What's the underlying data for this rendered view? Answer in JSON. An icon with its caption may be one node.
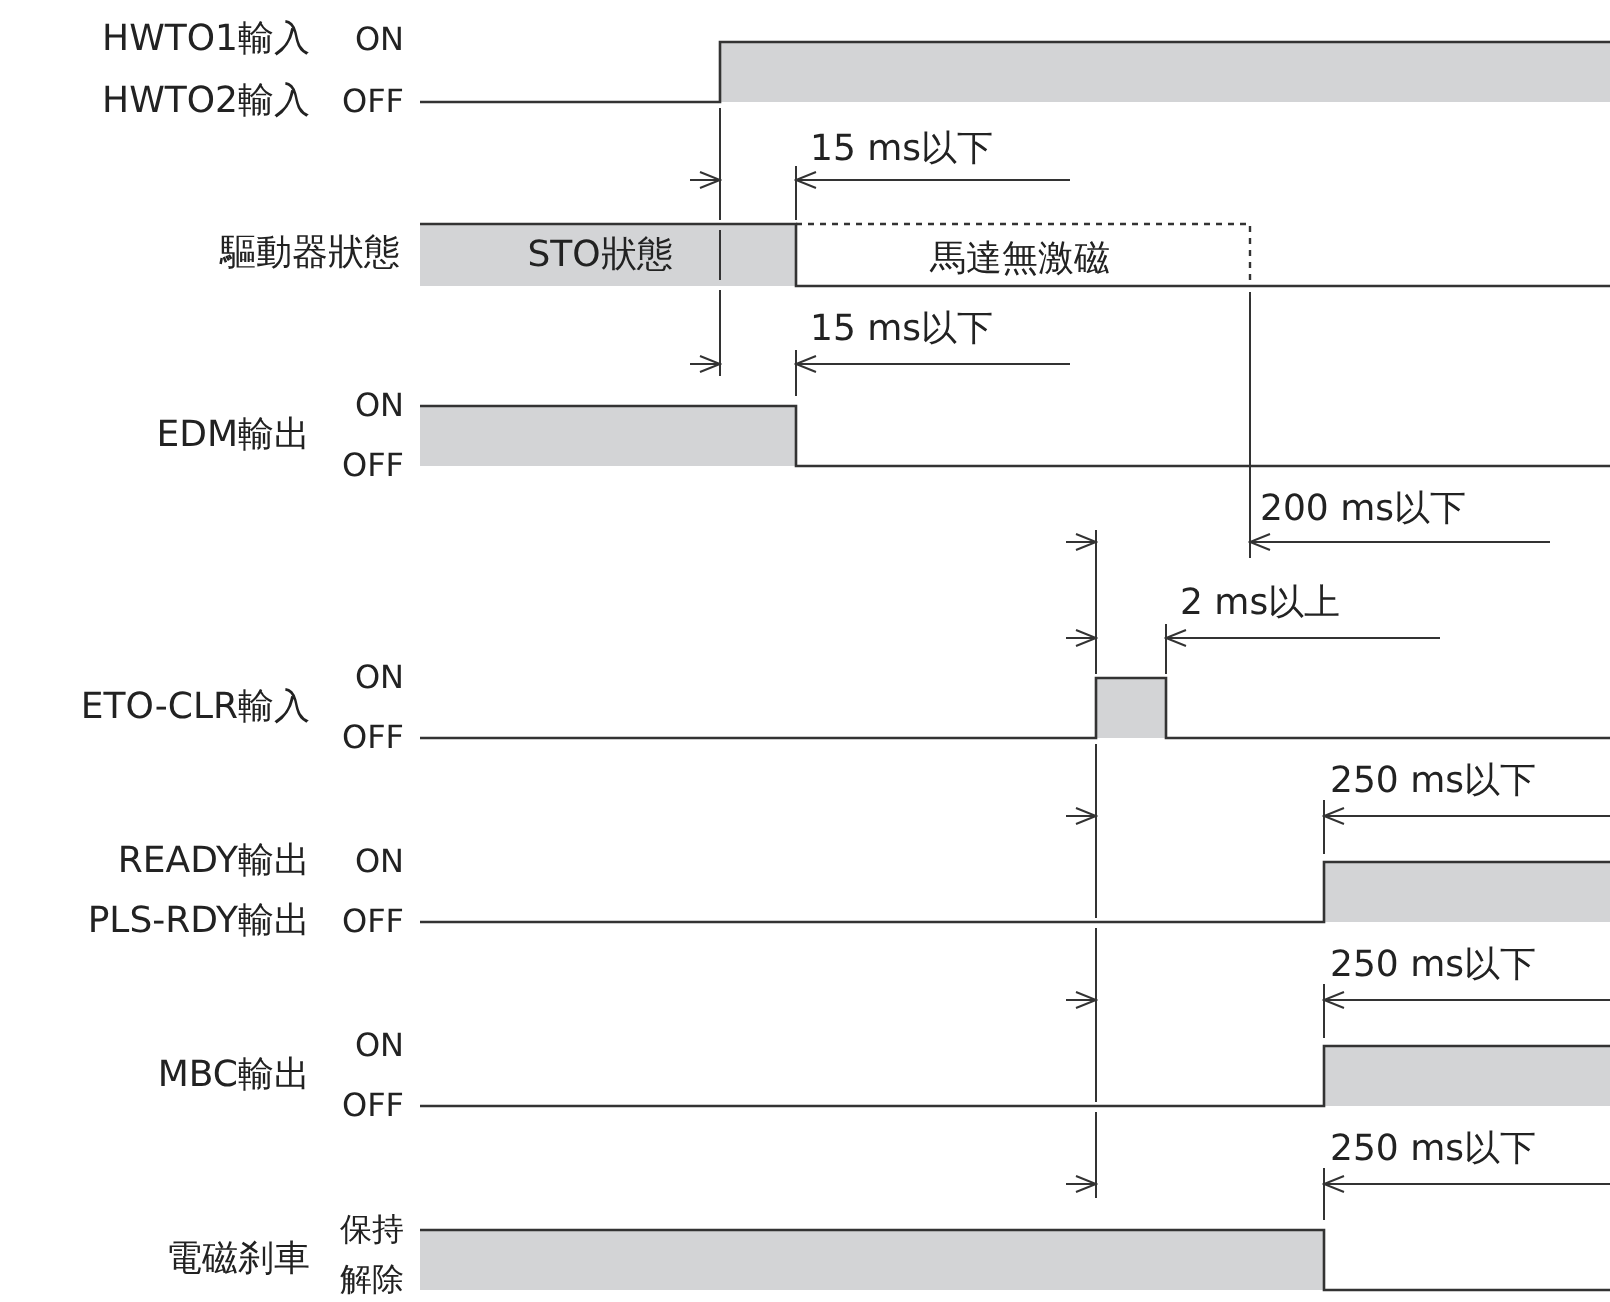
{
  "diagram": {
    "labels": [
      "HWTO1輸入",
      "ON",
      "HWTO2輸入",
      "OFF",
      "15 ms以下",
      "驅動器狀態",
      "STO狀態",
      "馬達無激磁",
      "15 ms以下",
      "ON",
      "EDM輸出",
      "OFF",
      "200 ms以下",
      "2 ms以上",
      "ON",
      "ETO-CLR輸入",
      "OFF",
      "250 ms以下",
      "READY輸出",
      "ON",
      "PLS-RDY輸出",
      "OFF",
      "250 ms以下",
      "ON",
      "MBC輸出",
      "OFF",
      "250 ms以下",
      "保持",
      "電磁刹車",
      "解除"
    ]
  }
}
